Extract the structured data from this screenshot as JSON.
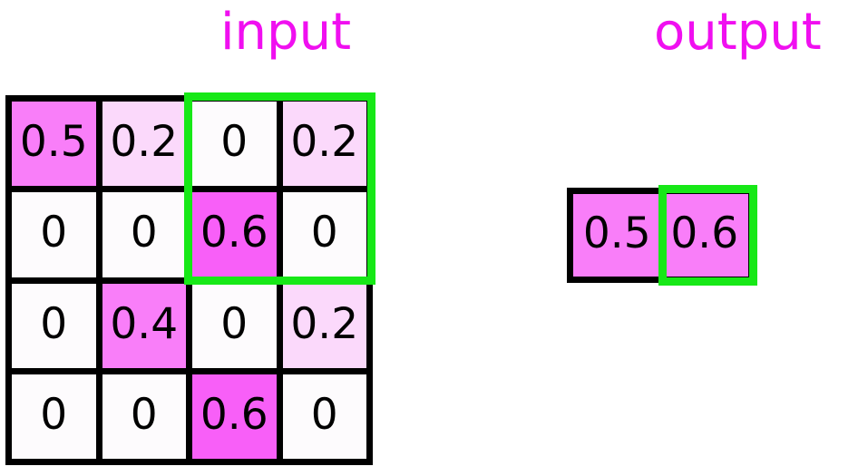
{
  "labels": {
    "input_title": "input",
    "output_title": "output"
  },
  "colors": {
    "title_magenta": "#f00ff0",
    "highlight_green": "#17e817",
    "grid_border_black": "#000000",
    "zero_cell": "#fdfbfd",
    "light_pink": "#fbd9fb",
    "mid_pink": "#f97ef9",
    "strong_pink": "#f85ff8"
  },
  "input_grid": {
    "rows": 4,
    "cols": 4,
    "cells": [
      {
        "value": "0.5",
        "fill": "#f97ef9"
      },
      {
        "value": "0.2",
        "fill": "#fbd9fb"
      },
      {
        "value": "0",
        "fill": "#fdfbfd"
      },
      {
        "value": "0.2",
        "fill": "#fbd9fb"
      },
      {
        "value": "0",
        "fill": "#fdfbfd"
      },
      {
        "value": "0",
        "fill": "#fdfbfd"
      },
      {
        "value": "0.6",
        "fill": "#f85ff8"
      },
      {
        "value": "0",
        "fill": "#fdfbfd"
      },
      {
        "value": "0",
        "fill": "#fdfbfd"
      },
      {
        "value": "0.4",
        "fill": "#f97ef9"
      },
      {
        "value": "0",
        "fill": "#fdfbfd"
      },
      {
        "value": "0.2",
        "fill": "#fbd9fb"
      },
      {
        "value": "0",
        "fill": "#fdfbfd"
      },
      {
        "value": "0",
        "fill": "#fdfbfd"
      },
      {
        "value": "0.6",
        "fill": "#f85ff8"
      },
      {
        "value": "0",
        "fill": "#fdfbfd"
      }
    ]
  },
  "output_grid": {
    "rows": 1,
    "cols": 2,
    "cells": [
      {
        "value": "0.5",
        "fill": "#f97ef9"
      },
      {
        "value": "0.6",
        "fill": "#f97ef9"
      }
    ]
  },
  "chart_data": {
    "type": "heatmap",
    "title": "",
    "panels": [
      {
        "name": "input",
        "rows": 4,
        "cols": 4,
        "values": [
          [
            0.5,
            0.2,
            0,
            0.2
          ],
          [
            0,
            0,
            0.6,
            0
          ],
          [
            0,
            0.4,
            0,
            0.2
          ],
          [
            0,
            0,
            0.6,
            0
          ]
        ],
        "highlight_region": {
          "row_start": 1,
          "row_end": 2,
          "col_start": 3,
          "col_end": 4,
          "color": "#17e817"
        }
      },
      {
        "name": "output",
        "rows": 1,
        "cols": 2,
        "values": [
          [
            0.5,
            0.6
          ]
        ],
        "highlight_region": {
          "row_start": 1,
          "row_end": 1,
          "col_start": 2,
          "col_end": 2,
          "color": "#17e817"
        }
      }
    ],
    "colormap": "white-to-magenta",
    "vmin": 0,
    "vmax": 0.6,
    "legend": "none",
    "grid": true
  }
}
